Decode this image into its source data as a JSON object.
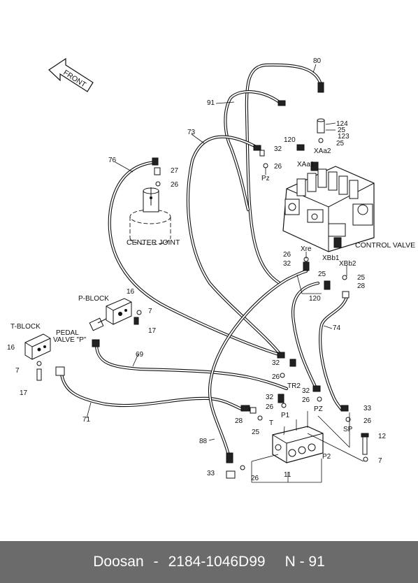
{
  "footer": {
    "brand": "Doosan",
    "separator": "-",
    "part_number": "2184-1046D99",
    "page": "N - 91"
  },
  "labels": {
    "front": "FRONT",
    "center_joint": "CENTER JOINT",
    "control_valve": "CONTROL VALVE",
    "p_block": "P-BLOCK",
    "t_block": "T-BLOCK",
    "pedal_valve_1": "PEDAL",
    "pedal_valve_2": "VALVE \"P\"",
    "port_xaa2": "XAa2",
    "port_xaa1": "XAa1",
    "port_pz_top": "Pz",
    "port_xre": "Xre",
    "port_xbb1": "XBb1",
    "port_xbb2": "XBb2",
    "port_tr2": "TR2",
    "port_pz": "PZ",
    "port_p1": "P1",
    "port_t": "T",
    "port_sp": "SP",
    "port_p2": "P2"
  },
  "callouts": {
    "n80": "80",
    "n91": "91",
    "n124": "124",
    "n25a": "25",
    "n123": "123",
    "n25b": "25",
    "n120a": "120",
    "n73": "73",
    "n32a": "32",
    "n26a": "26",
    "n76": "76",
    "n27": "27",
    "n26b": "26",
    "n26c": "26",
    "n32b": "32",
    "n25c": "25",
    "n25d": "25",
    "n28a": "28",
    "n120b": "120",
    "n16a": "16",
    "n7a": "7",
    "n17a": "17",
    "n74": "74",
    "n69": "69",
    "n16b": "16",
    "n7b": "7",
    "n17b": "17",
    "n32c": "32",
    "n26d": "26",
    "n32d": "32",
    "n26e": "26",
    "n32e": "32",
    "n26f": "26",
    "n33a": "33",
    "n26g": "26",
    "n71": "71",
    "n28b": "28",
    "n25e": "25",
    "n12": "12",
    "n88": "88",
    "n7c": "7",
    "n33b": "33",
    "n26h": "26",
    "n11": "11"
  }
}
